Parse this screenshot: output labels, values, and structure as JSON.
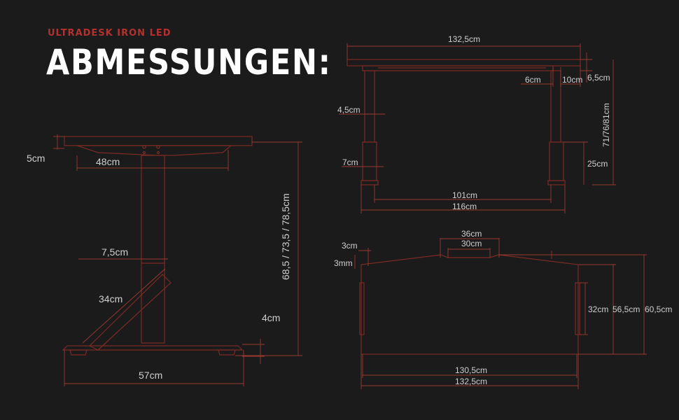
{
  "header": {
    "brand": "ULTRADESK IRON LED",
    "title": "ABMESSUNGEN:"
  },
  "colors": {
    "background": "#1b1b1c",
    "accent": "#b3312f",
    "line": "#7c2a24",
    "text": "#d0cfcf"
  },
  "side_view": {
    "top_thickness": "5cm",
    "frame_depth": "48cm",
    "column_width": "7,5cm",
    "brace_length": "34cm",
    "foot_height": "4cm",
    "foot_length": "57cm",
    "height_range": "68,5 / 73,5 / 78,5cm"
  },
  "front_view": {
    "top_width": "132,5cm",
    "leg_width": "4,5cm",
    "inner_offset": "6cm",
    "outer_offset": "10cm",
    "top_thickness": "6,5cm",
    "total_height": "71/76/81cm",
    "foot_width": "7cm",
    "lower_leg": "25cm",
    "inner_span": "101cm",
    "outer_span": "116cm"
  },
  "top_view": {
    "notch_outer": "36cm",
    "notch_inner": "30cm",
    "edge_inset": "3cm",
    "edge_drop": "3mm",
    "slot_height": "32cm",
    "side_depth": "56,5cm",
    "total_depth": "60,5cm",
    "inner_width": "130,5cm",
    "total_width": "132,5cm"
  }
}
